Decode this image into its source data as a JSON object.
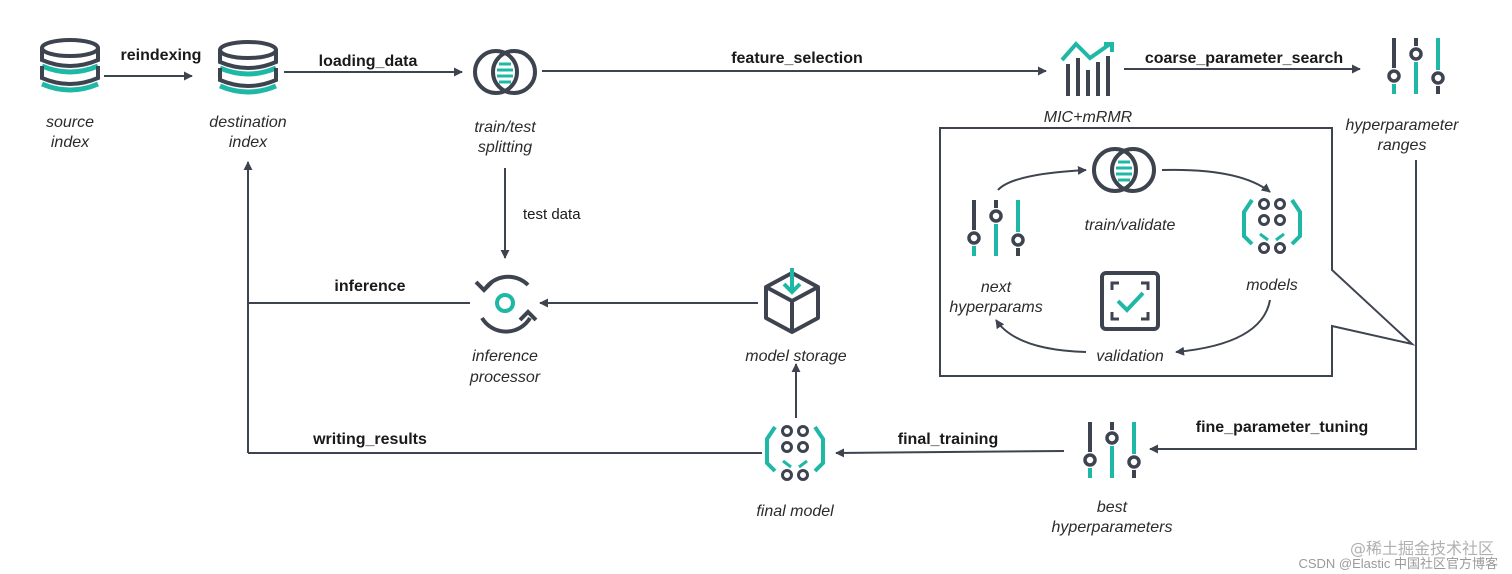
{
  "colors": {
    "accent": "#1fb8a6",
    "line": "#3d4450",
    "text": "#2b2b2b"
  },
  "nodes": {
    "source_index": [
      "source",
      "index"
    ],
    "destination_index": [
      "destination",
      "index"
    ],
    "train_test_splitting": [
      "train/test",
      "splitting"
    ],
    "mic_mrmr": [
      "MIC+mRMR"
    ],
    "hyperparameter_ranges": [
      "hyperparameter",
      "ranges"
    ],
    "inference_processor": [
      "inference",
      "processor"
    ],
    "model_storage": [
      "model storage"
    ],
    "final_model": [
      "final model"
    ],
    "best_hyperparameters": [
      "best",
      "hyperparameters"
    ]
  },
  "edges": {
    "reindexing": "reindexing",
    "loading_data": "loading_data",
    "feature_selection": "feature_selection",
    "coarse_parameter_search": "coarse_parameter_search",
    "test_data": "test data",
    "inference": "inference",
    "writing_results": "writing_results",
    "final_training": "final_training",
    "fine_parameter_tuning": "fine_parameter_tuning"
  },
  "inset": {
    "train_validate": "train/validate",
    "models": "models",
    "validation": "validation",
    "next_hyperparams": [
      "next",
      "hyperparams"
    ]
  },
  "watermark": {
    "line1": "@稀土掘金技术社区",
    "line2": "CSDN @Elastic 中国社区官方博客"
  }
}
